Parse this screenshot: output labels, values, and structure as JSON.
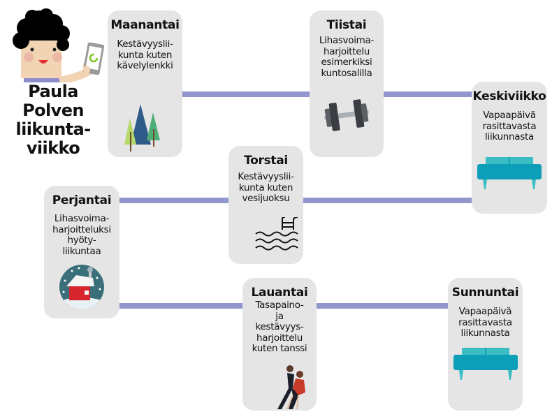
{
  "title": {
    "line1": "Paula Polven",
    "line2": "liikunta-",
    "line3": "viikko"
  },
  "colors": {
    "connector": "#9196cc",
    "card": "#e5e5e5",
    "sofa": "#0d9fb8"
  },
  "days": [
    {
      "name": "Maanantai",
      "desc": [
        "Kestävyyslii-",
        "kunta kuten",
        "kävelylenkki"
      ],
      "icon": "trees-icon"
    },
    {
      "name": "Tiistai",
      "desc": [
        "Lihasvoima-",
        "harjoittelu",
        "esimerkiksi",
        "kuntosalilla"
      ],
      "icon": "dumbbell-icon"
    },
    {
      "name": "Keskiviikko",
      "desc": [
        "Vapaapäivä",
        "rasittavasta",
        "liikunnasta"
      ],
      "icon": "sofa-icon"
    },
    {
      "name": "Torstai",
      "desc": [
        "Kestävyyslii-",
        "kunta kuten",
        "vesijuoksu"
      ],
      "icon": "swimming-pool-icon"
    },
    {
      "name": "Perjantai",
      "desc": [
        "Lihasvoima-",
        "harjoitteluksi",
        "hyöty-",
        "liikuntaa"
      ],
      "icon": "snowy-house-icon"
    },
    {
      "name": "Lauantai",
      "desc": [
        "Tasapaino-",
        "ja",
        "kestävyys-",
        "harjoittelu",
        "kuten tanssi"
      ],
      "icon": "dancers-icon"
    },
    {
      "name": "Sunnuntai",
      "desc": [
        "Vapaapäivä",
        "rasittavasta",
        "liikunnasta"
      ],
      "icon": "sofa-icon"
    }
  ]
}
